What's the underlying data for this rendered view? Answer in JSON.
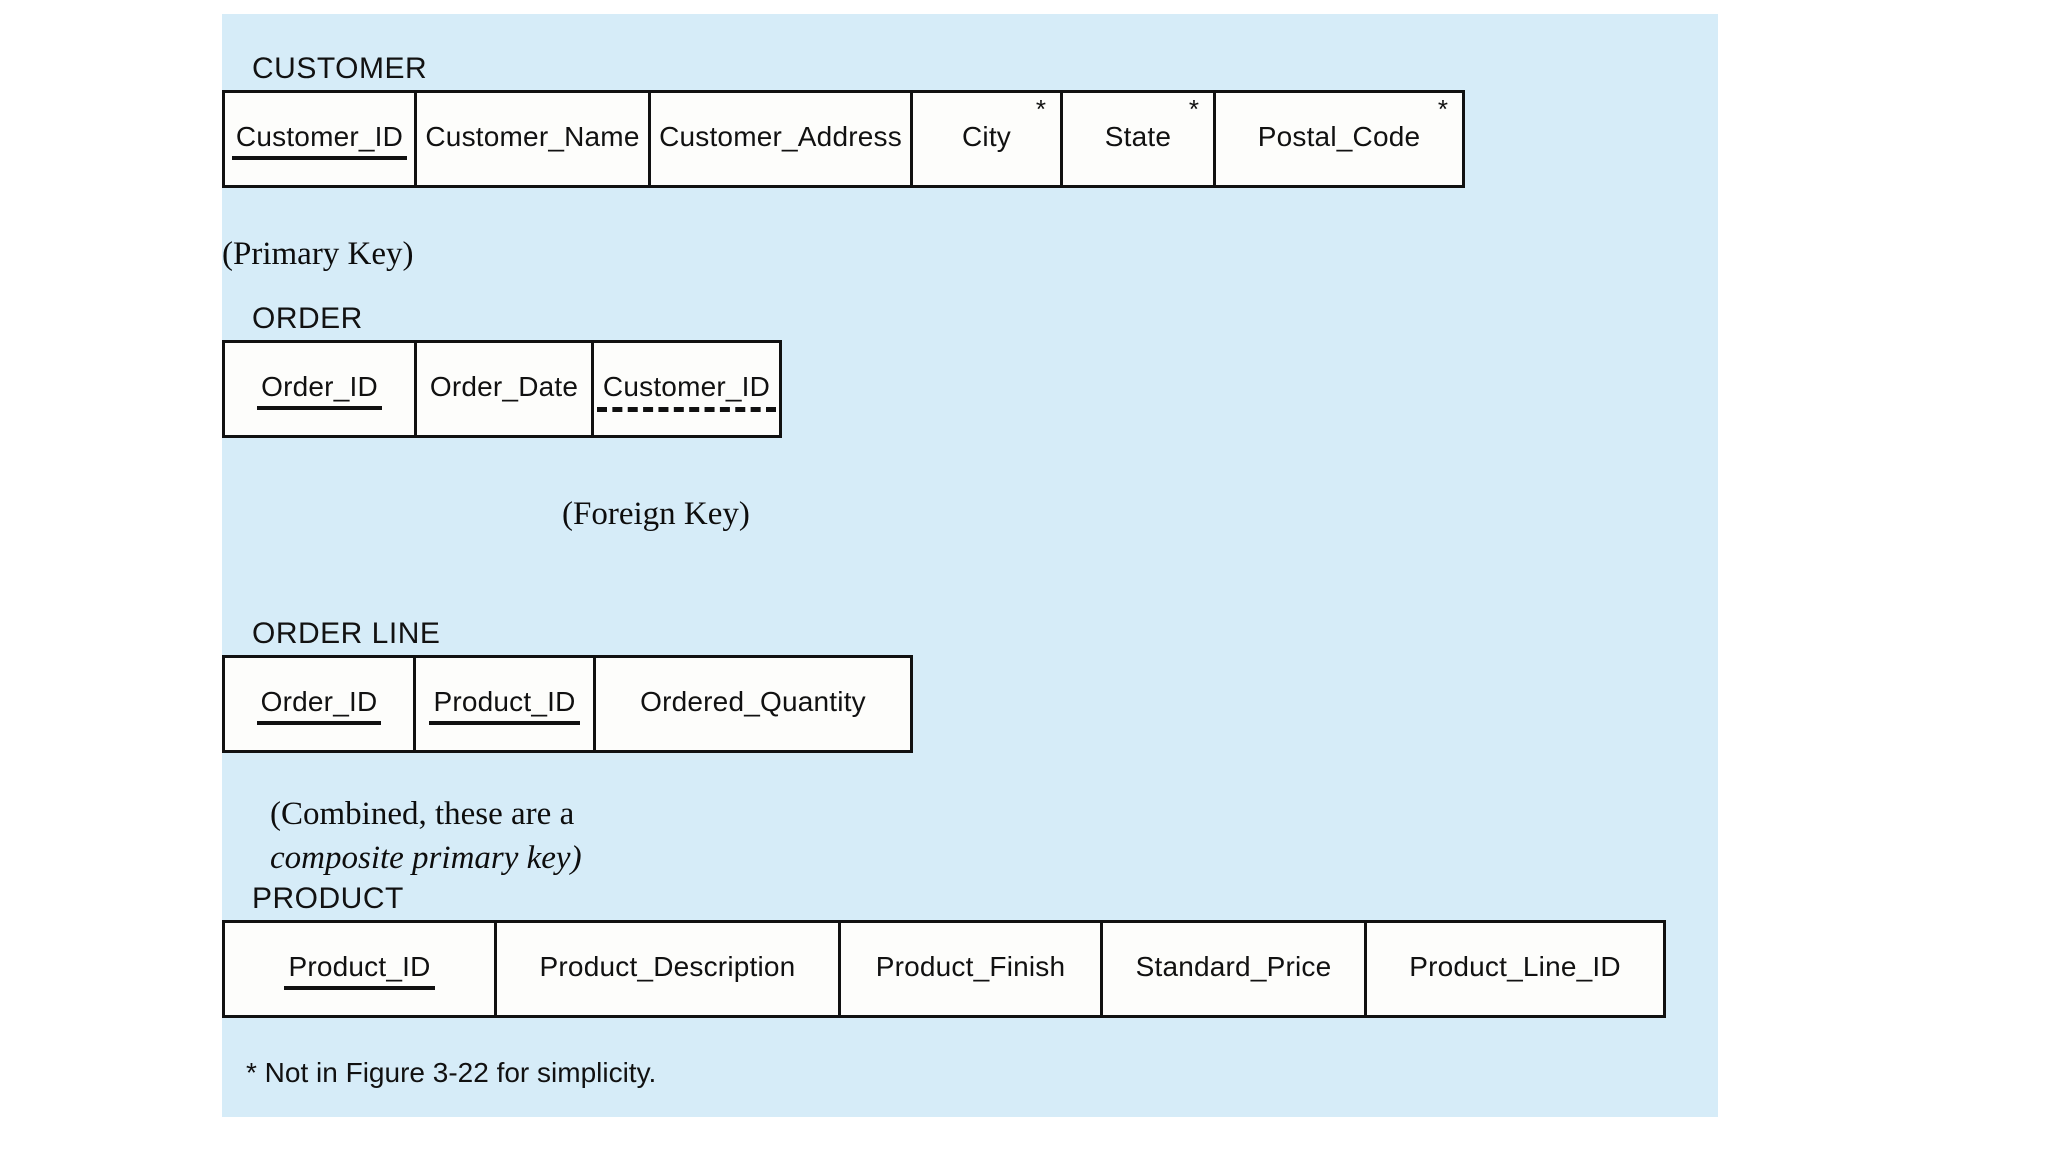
{
  "panel": {
    "background_color": "#d6ecf8"
  },
  "relations": [
    {
      "name": "CUSTOMER",
      "columns": [
        {
          "label": "Customer_ID",
          "key": "primary",
          "asterisk": ""
        },
        {
          "label": "Customer_Name",
          "key": "none",
          "asterisk": ""
        },
        {
          "label": "Customer_Address",
          "key": "none",
          "asterisk": ""
        },
        {
          "label": "City",
          "key": "none",
          "asterisk": "*"
        },
        {
          "label": "State",
          "key": "none",
          "asterisk": "*"
        },
        {
          "label": "Postal_Code",
          "key": "none",
          "asterisk": "*"
        }
      ]
    },
    {
      "name": "ORDER",
      "columns": [
        {
          "label": "Order_ID",
          "key": "primary",
          "asterisk": ""
        },
        {
          "label": "Order_Date",
          "key": "none",
          "asterisk": ""
        },
        {
          "label": "Customer_ID",
          "key": "foreign",
          "asterisk": ""
        }
      ]
    },
    {
      "name": "ORDER LINE",
      "columns": [
        {
          "label": "Order_ID",
          "key": "primary",
          "asterisk": ""
        },
        {
          "label": "Product_ID",
          "key": "primary",
          "asterisk": ""
        },
        {
          "label": "Ordered_Quantity",
          "key": "none",
          "asterisk": ""
        }
      ]
    },
    {
      "name": "PRODUCT",
      "columns": [
        {
          "label": "Product_ID",
          "key": "primary",
          "asterisk": ""
        },
        {
          "label": "Product_Description",
          "key": "none",
          "asterisk": ""
        },
        {
          "label": "Product_Finish",
          "key": "none",
          "asterisk": ""
        },
        {
          "label": "Standard_Price",
          "key": "none",
          "asterisk": ""
        },
        {
          "label": "Product_Line_ID",
          "key": "none",
          "asterisk": ""
        }
      ]
    }
  ],
  "annotations": {
    "primary_key": "(Primary Key)",
    "foreign_key": "(Foreign Key)",
    "composite_line1": "(Combined, these are a",
    "composite_line2": "composite primary key)"
  },
  "footnote": "* Not in Figure 3-22 for simplicity."
}
